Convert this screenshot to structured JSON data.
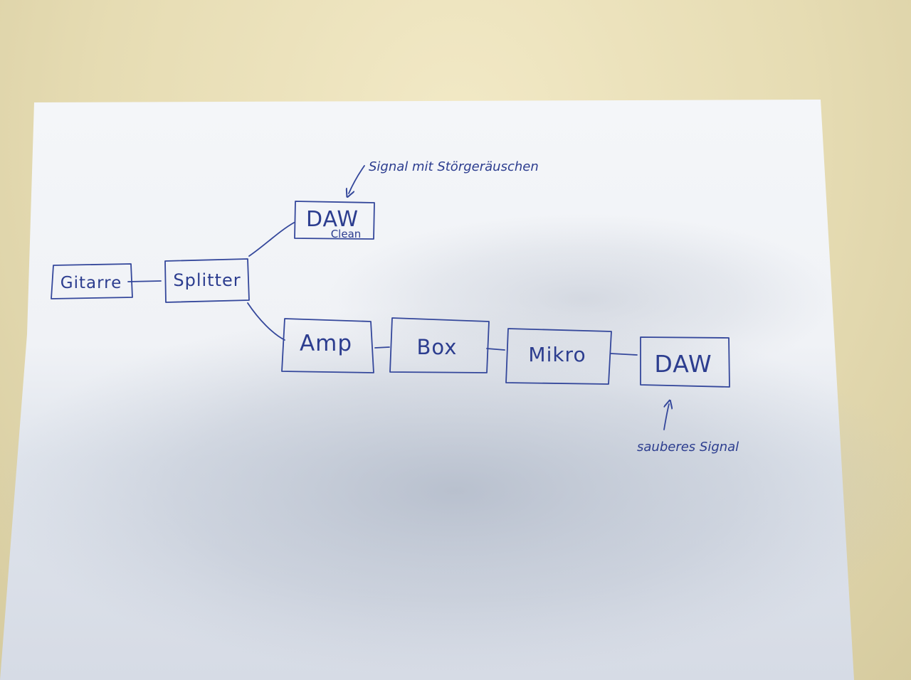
{
  "diagram": {
    "nodes": {
      "gitarre": "Gitarre",
      "splitter": "Splitter",
      "daw_clean": "DAW",
      "daw_clean_sub": "Clean",
      "amp": "Amp",
      "box": "Box",
      "mikro": "Mikro",
      "daw": "DAW"
    },
    "annotations": {
      "noisy_signal": "Signal mit Störgeräuschen",
      "clean_signal": "sauberes Signal"
    }
  },
  "colors": {
    "ink": "#2c3d8f",
    "paper": "#f3f5f8",
    "table": "#e6dcb3"
  }
}
